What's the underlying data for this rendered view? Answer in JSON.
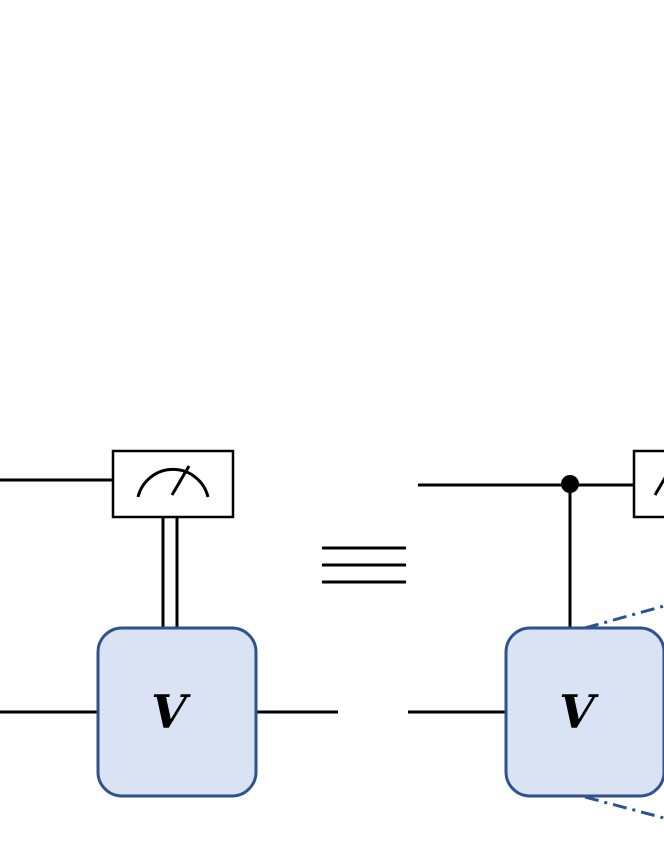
{
  "left_circuit": {
    "gate_label": "V",
    "measurement": "meter-icon",
    "classical_control": "double-wire"
  },
  "equivalence_symbol": "equivalence-icon",
  "right_circuit": {
    "gate_label": "V",
    "measurement": "meter-icon",
    "control": "control-dot"
  },
  "colors": {
    "gate_fill": "#dae3f3",
    "gate_stroke": "#2f528f",
    "wire": "#000000",
    "zoom_lines": "#2f528f"
  }
}
